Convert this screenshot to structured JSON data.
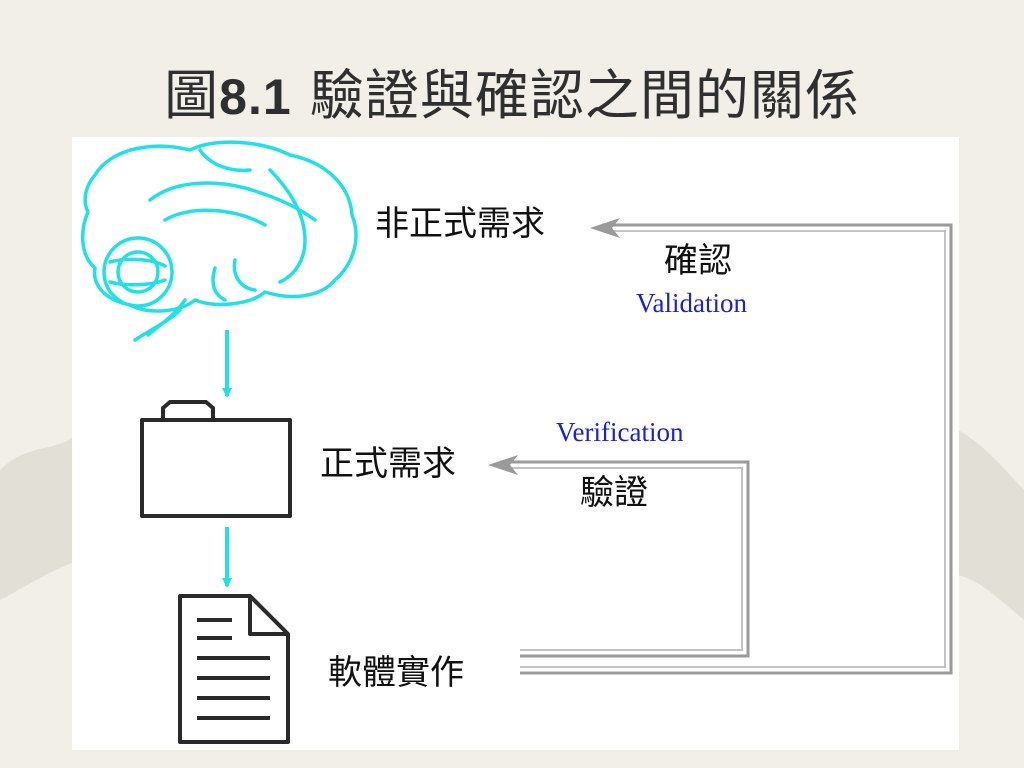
{
  "slide": {
    "title_prefix": "圖",
    "title_number": "8.1",
    "title_text": "驗證與確認之間的關係"
  },
  "diagram": {
    "nodes": {
      "informal": "非正式需求",
      "formal": "正式需求",
      "software": "軟體實作"
    },
    "relations": {
      "validation_zh": "確認",
      "validation_en": "Validation",
      "verification_en": "Verification",
      "verification_zh": "驗證"
    },
    "colors": {
      "brain": "#22e0e6",
      "flow_arrow": "#22e0e6",
      "feedback_line": "#9a9a9a",
      "english_label": "#1a22c8",
      "icon_stroke": "#2a2a2a"
    },
    "icons": [
      "brain-icon",
      "folder-icon",
      "document-icon"
    ]
  }
}
